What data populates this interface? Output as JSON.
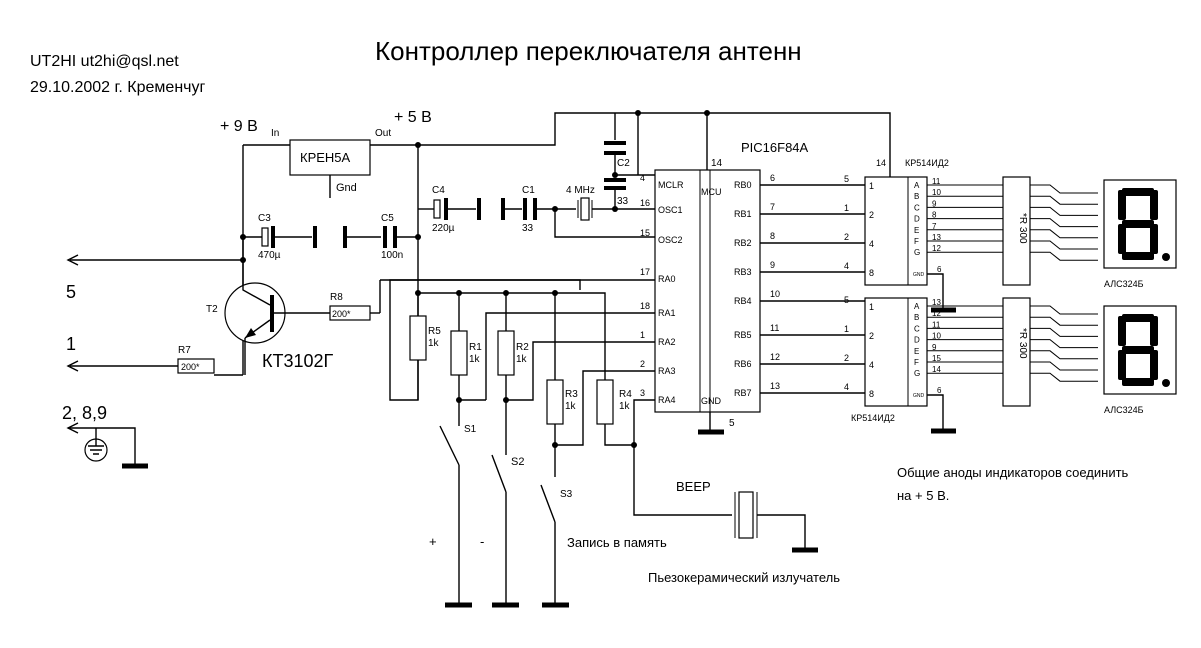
{
  "header": {
    "title": "Контроллер переключателя антенн",
    "author": "UT2HI  ut2hi@qsl.net",
    "date_place": "29.10.2002 г. Кременчуг"
  },
  "power": {
    "v9_label": "+ 9 В",
    "v5_label": "+ 5 В",
    "regulator": "КРЕН5А",
    "reg_in": "In",
    "reg_out": "Out",
    "reg_gnd": "Gnd"
  },
  "components": {
    "mcu_name": "PIC16F84A",
    "mcu_label": "MCU",
    "mcu_gnd": "GND",
    "transistor_ref": "T2",
    "transistor_type": "КТ3102Г",
    "decoder_type": "КР514ИД2",
    "display_type": "АЛС324Б",
    "resistor_array": "*R 300",
    "beeper": "BEEP",
    "c2": "C2",
    "c3": "C3",
    "c3v": "470µ",
    "c4": "C4",
    "c4v": "220µ",
    "c1": "C1",
    "c1v": "33",
    "c2v": "33",
    "c5": "C5",
    "c5v": "100n",
    "xtal": "4 MHz",
    "r1": "R1",
    "r2": "R2",
    "r3": "R3",
    "r4": "R4",
    "r5": "R5",
    "r1k": "1k",
    "r7": "R7",
    "r7v": "200*",
    "r8": "R8",
    "r8v": "200*",
    "s1": "S1",
    "s2": "S2",
    "s3": "S3"
  },
  "mcu_pins_left": [
    {
      "num": "4",
      "name": "MCLR"
    },
    {
      "num": "16",
      "name": "OSC1"
    },
    {
      "num": "15",
      "name": "OSC2"
    },
    {
      "num": "17",
      "name": "RA0"
    },
    {
      "num": "18",
      "name": "RA1"
    },
    {
      "num": "1",
      "name": "RA2"
    },
    {
      "num": "2",
      "name": "RA3"
    },
    {
      "num": "3",
      "name": "RA4"
    }
  ],
  "mcu_pins_right": [
    {
      "num": "6",
      "name": "RB0"
    },
    {
      "num": "7",
      "name": "RB1"
    },
    {
      "num": "8",
      "name": "RB2"
    },
    {
      "num": "9",
      "name": "RB3"
    },
    {
      "num": "10",
      "name": "RB4"
    },
    {
      "num": "11",
      "name": "RB5"
    },
    {
      "num": "12",
      "name": "RB6"
    },
    {
      "num": "13",
      "name": "RB7"
    }
  ],
  "mcu_top_pin": "14",
  "mcu_bottom_pin": "5",
  "decoder_top": {
    "top_pin": "14",
    "in_pins": [
      "5",
      "1",
      "2",
      "4"
    ],
    "in_labels": [
      "1",
      "2",
      "4",
      "8"
    ],
    "seg_labels": [
      "A",
      "B",
      "C",
      "D",
      "E",
      "F",
      "G"
    ],
    "seg_pins": [
      "11",
      "10",
      "9",
      "8",
      "7",
      "13",
      "12"
    ],
    "gnd_label": "GND",
    "gnd_pin": "6"
  },
  "decoder_bottom": {
    "in_pins": [
      "5",
      "1",
      "2",
      "4"
    ],
    "in_labels": [
      "1",
      "2",
      "4",
      "8"
    ],
    "seg_labels": [
      "A",
      "B",
      "C",
      "D",
      "E",
      "F",
      "G"
    ],
    "seg_pins": [
      "13",
      "12",
      "11",
      "10",
      "9",
      "15",
      "14"
    ],
    "gnd_label": "GND",
    "gnd_pin": "6"
  },
  "connector": {
    "pin_5": "5",
    "pin_1": "1",
    "pin_gnd": "2, 8,9"
  },
  "buttons": {
    "plus": "+",
    "minus": "-",
    "store": "Запись в память"
  },
  "notes": {
    "buzzer": "Пьезокерамический излучатель",
    "anodes_line1": "Общие аноды индикаторов соединить",
    "anodes_line2": "на + 5 В."
  }
}
